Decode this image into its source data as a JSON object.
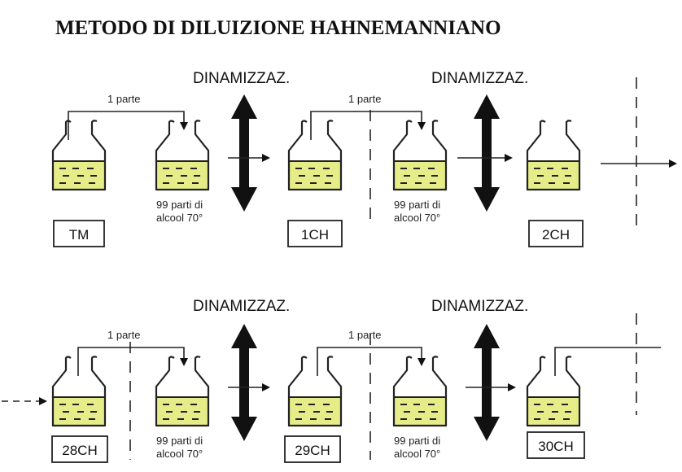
{
  "title": "METODO DI DILUIZIONE HAHNEMANNIANO",
  "colors": {
    "liquid": "#e5ec88",
    "ink": "#222222"
  },
  "rows": [
    {
      "dynamization_labels": [
        "DINAMIZZAZ.",
        "DINAMIZZAZ."
      ],
      "transfer_labels": [
        "1 parte",
        "1 parte"
      ],
      "solvent_labels": [
        {
          "line1": "99 parti di",
          "line2": "alcool 70°"
        },
        {
          "line1": "99 parti di",
          "line2": "alcool 70°"
        }
      ],
      "stage_labels": [
        "TM",
        "1CH",
        "2CH"
      ]
    },
    {
      "dynamization_labels": [
        "DINAMIZZAZ.",
        "DINAMIZZAZ."
      ],
      "transfer_labels": [
        "1 parte",
        "1 parte"
      ],
      "solvent_labels": [
        {
          "line1": "99 parti di",
          "line2": "alcool 70°"
        },
        {
          "line1": "99 parti di",
          "line2": "alcool 70°"
        }
      ],
      "stage_labels": [
        "28CH",
        "29CH",
        "30CH"
      ]
    }
  ]
}
